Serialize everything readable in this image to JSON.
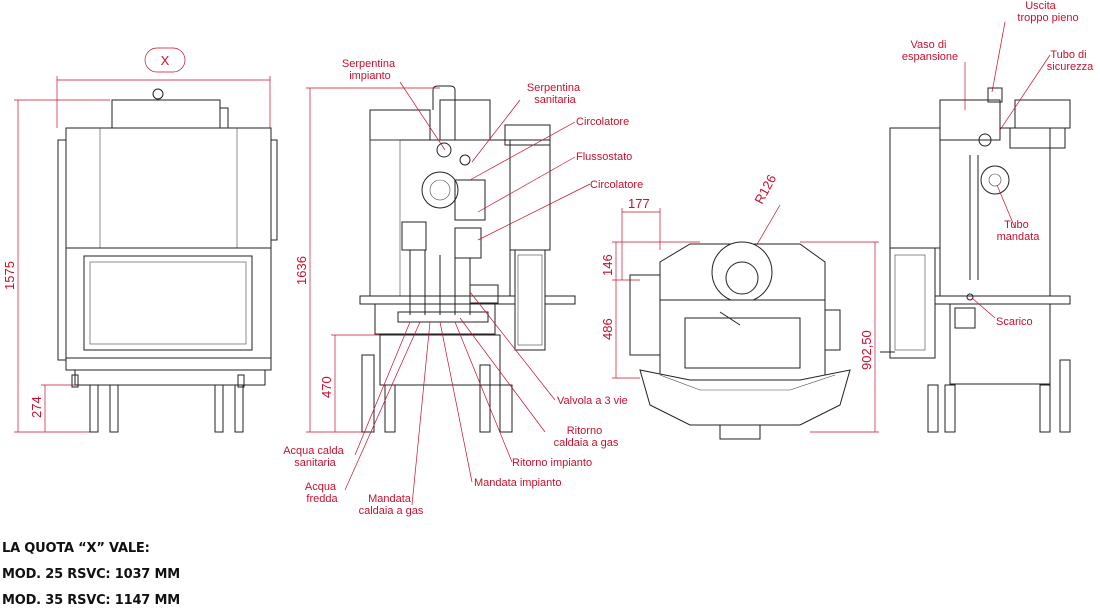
{
  "colors": {
    "accent": "#c8102e",
    "line": "#222222",
    "background": "#ffffff"
  },
  "front_view": {
    "x_marker": "X",
    "height_total": "1575",
    "height_base": "274"
  },
  "side_view": {
    "height_total": "1636",
    "height_base": "470",
    "labels": {
      "serpentina_impianto": [
        "Serpentina",
        "impianto"
      ],
      "serpentina_sanitaria": [
        "Serpentina",
        "sanitaria"
      ],
      "circolatore_1": "Circolatore",
      "flussostato": "Flussostato",
      "circolatore_2": "Circolatore",
      "valvola_3_vie": "Valvola a 3 vie",
      "ritorno_caldaia_gas": [
        "Ritorno",
        "caldaia a gas"
      ],
      "ritorno_impianto": "Ritorno impianto",
      "mandata_impianto": "Mandata impianto",
      "acqua_calda_sanitaria": [
        "Acqua calda",
        "sanitaria"
      ],
      "acqua_fredda": [
        "Acqua",
        "fredda"
      ],
      "mandata_caldaia_gas": [
        "Mandata",
        "caldaia a gas"
      ]
    }
  },
  "top_view": {
    "width_177": "177",
    "radius": "R126",
    "dim_146": "146",
    "dim_486": "486",
    "dim_902": "902,50"
  },
  "rear_view": {
    "labels": {
      "uscita_troppo_pieno": [
        "Uscita",
        "troppo pieno"
      ],
      "vaso_espansione": [
        "Vaso di",
        "espansione"
      ],
      "tubo_sicurezza": [
        "Tubo di",
        "sicurezza"
      ],
      "tubo_mandata": [
        "Tubo",
        "mandata"
      ],
      "scarico": "Scarico"
    }
  },
  "notes": {
    "title": "LA QUOTA “X” VALE:",
    "mod25": "MOD. 25 RSVC: 1037 MM",
    "mod35": "MOD. 35 RSVC: 1147 MM"
  }
}
